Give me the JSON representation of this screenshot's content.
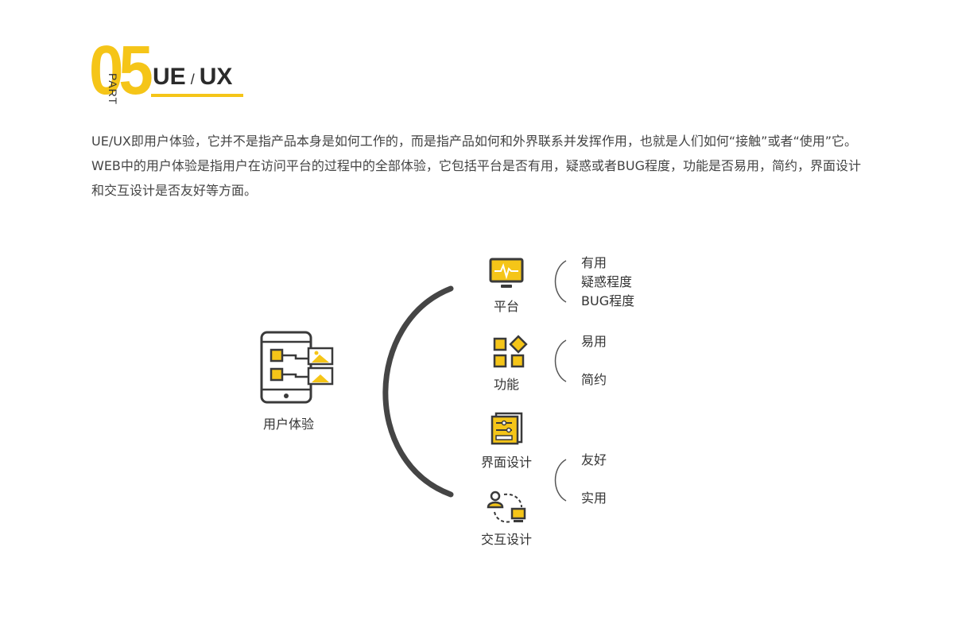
{
  "header": {
    "part_number": "05",
    "part_word": "PART",
    "title_left": "UE",
    "title_slash": "/",
    "title_right": "UX"
  },
  "description": "UE/UX即用户体验，它并不是指产品本身是如何工作的，而是指产品如何和外界联系并发挥作用，也就是人们如何“接触”或者“使用”它。WEB中的用户体验是指用户在访问平台的过程中的全部体验，它包括平台是否有用，疑惑或者BUG程度，功能是否易用，简约，界面设计和交互设计是否友好等方面。",
  "diagram": {
    "center_label": "用户体验",
    "categories": [
      {
        "label": "平台",
        "icon": "monitor-icon",
        "items": [
          "有用",
          "疑惑程度",
          "BUG程度"
        ]
      },
      {
        "label": "功能",
        "icon": "blocks-icon",
        "items": [
          "易用",
          "简约"
        ]
      },
      {
        "label": "界面设计",
        "icon": "interface-icon",
        "items": []
      },
      {
        "label": "交互设计",
        "icon": "interaction-icon",
        "items": [
          "友好",
          "实用"
        ]
      }
    ]
  },
  "colors": {
    "accent": "#f5c518",
    "dark": "#3a3a3a",
    "arc": "#454545"
  }
}
